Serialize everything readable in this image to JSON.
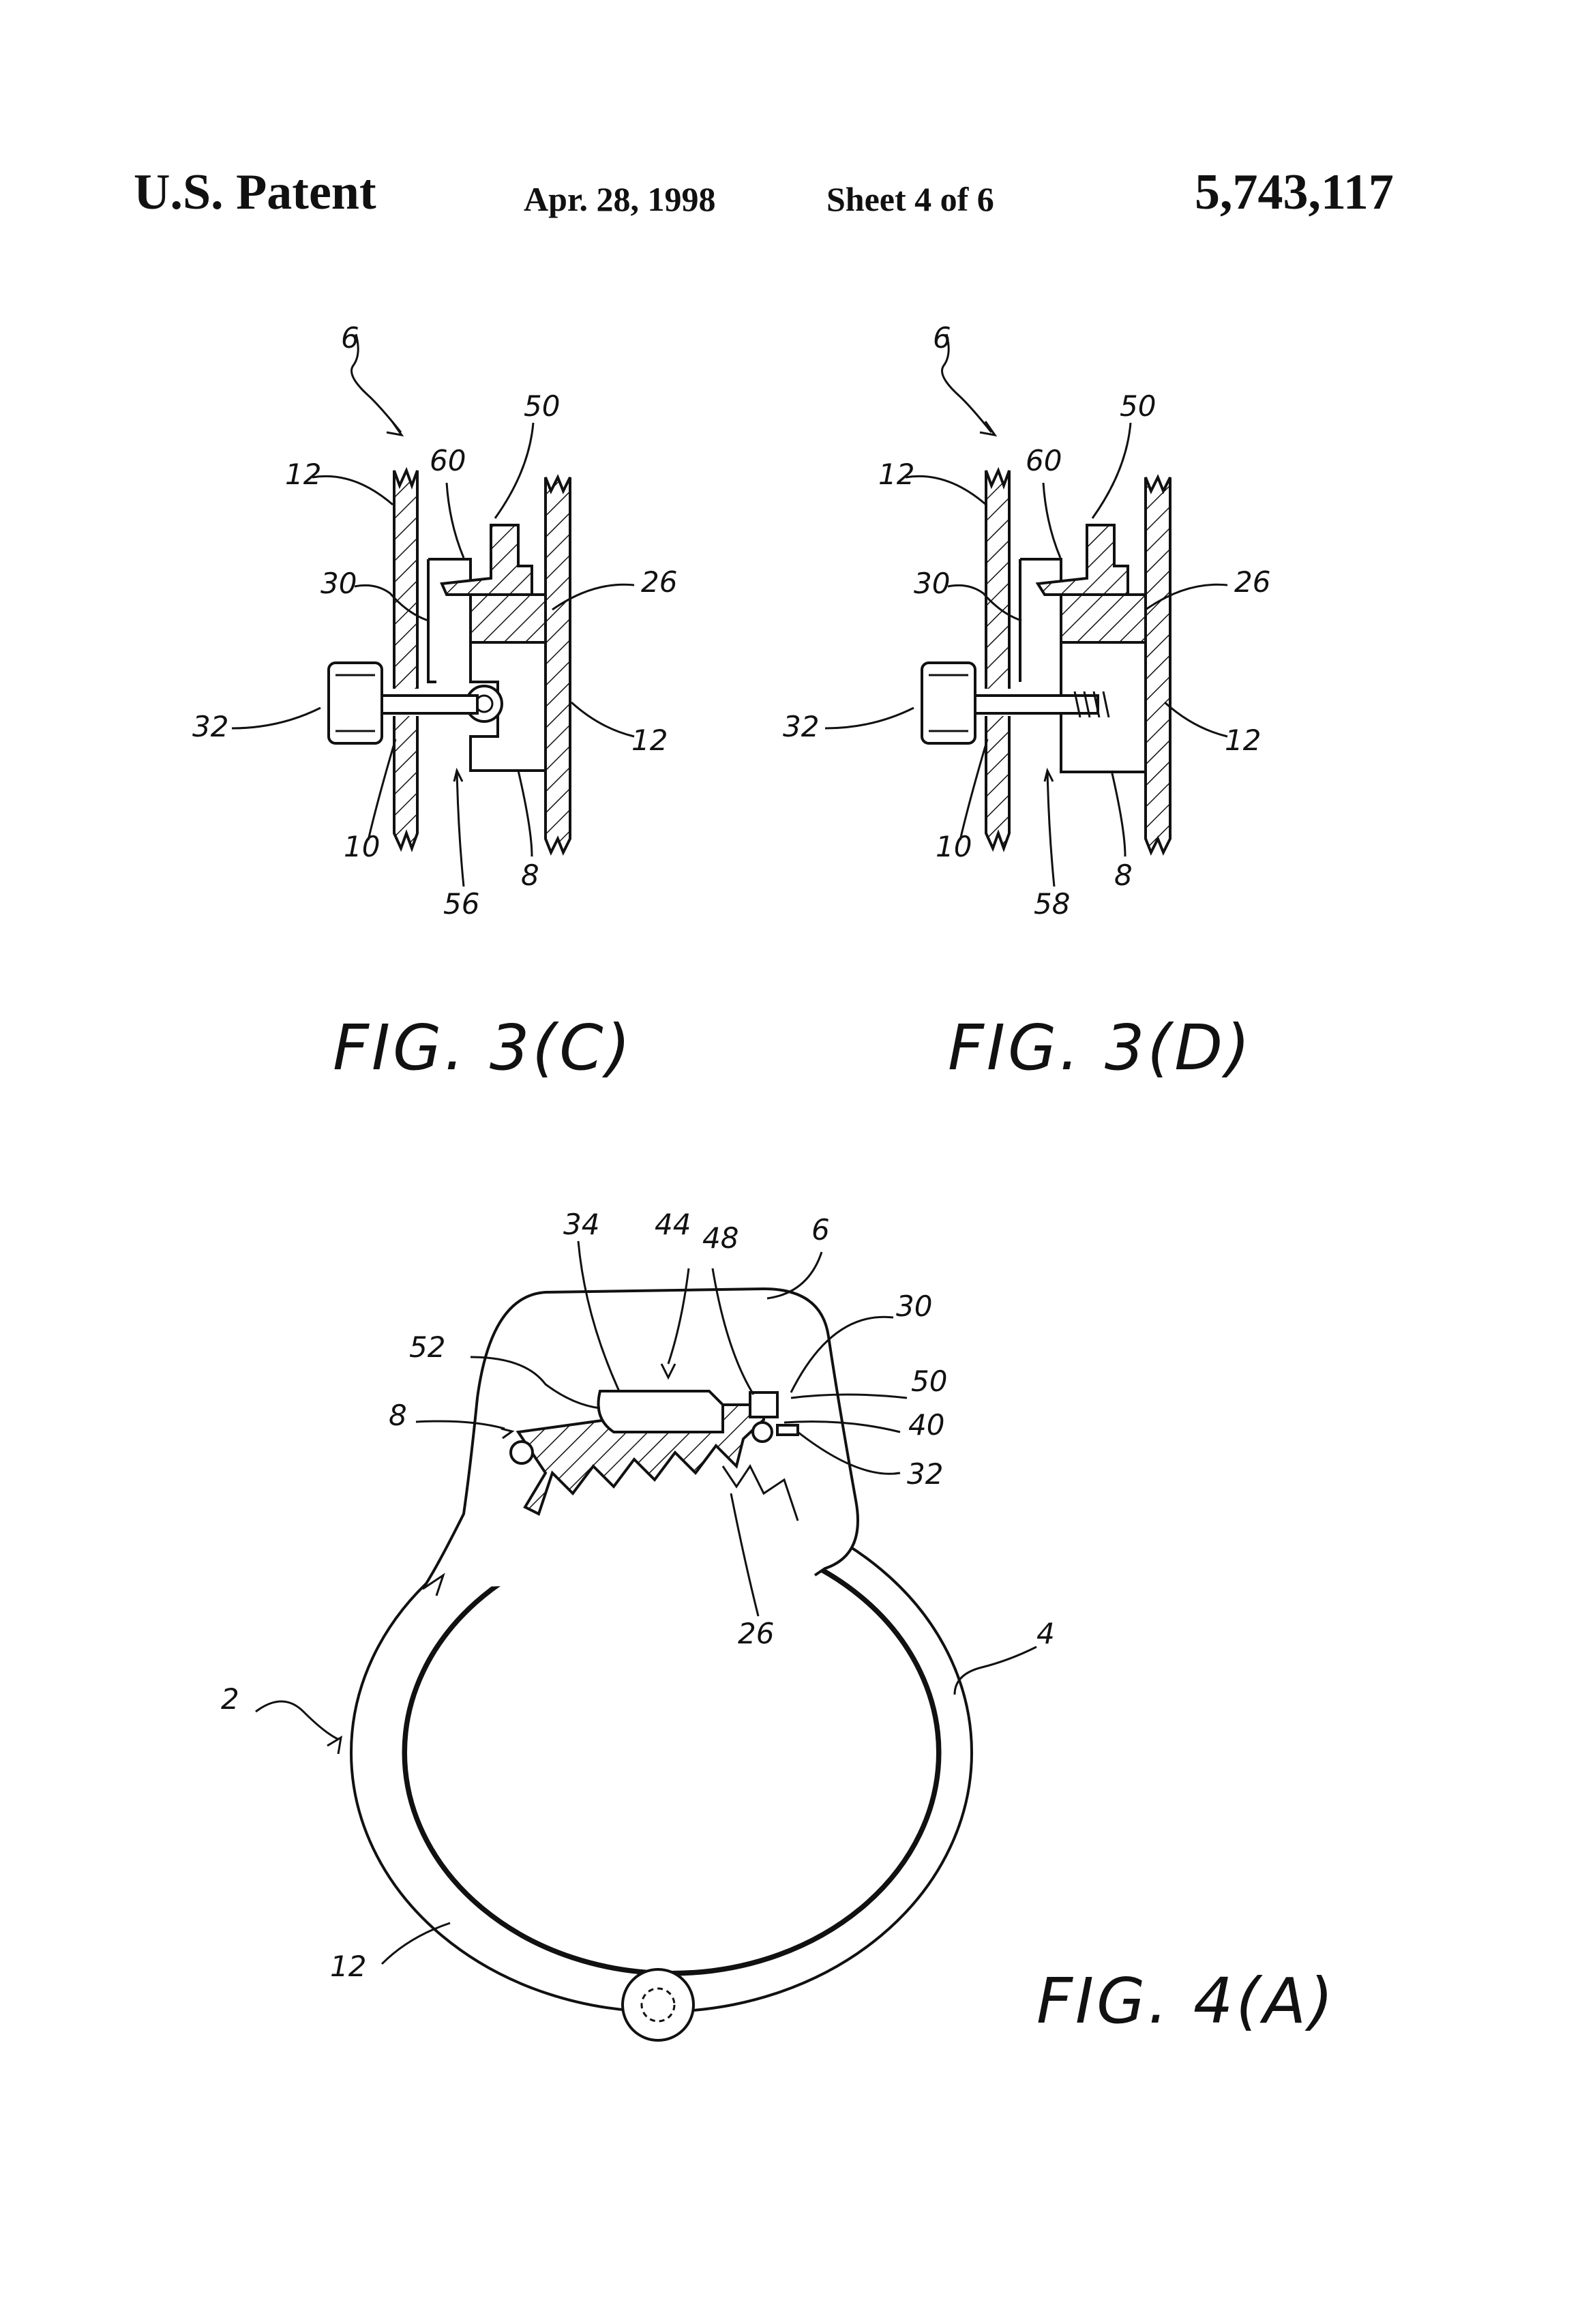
{
  "header": {
    "left": "U.S. Patent",
    "date": "Apr. 28, 1998",
    "sheet": "Sheet 4 of 6",
    "number": "5,743,117"
  },
  "fig3c": {
    "caption": "FIG. 3(C)",
    "refs": {
      "r6": "6",
      "r50": "50",
      "r12a": "12",
      "r60": "60",
      "r30": "30",
      "r26": "26",
      "r32": "32",
      "r12b": "12",
      "r10": "10",
      "r8": "8",
      "r56": "56"
    }
  },
  "fig3d": {
    "caption": "FIG. 3(D)",
    "refs": {
      "r6": "6",
      "r50": "50",
      "r12a": "12",
      "r60": "60",
      "r30": "30",
      "r26": "26",
      "r32": "32",
      "r12b": "12",
      "r10": "10",
      "r8": "8",
      "r58": "58"
    }
  },
  "fig4a": {
    "caption": "FIG. 4(A)",
    "refs": {
      "r34": "34",
      "r44": "44",
      "r48": "48",
      "r6": "6",
      "r30": "30",
      "r52": "52",
      "r50": "50",
      "r8": "8",
      "r40": "40",
      "r32": "32",
      "r26": "26",
      "r4": "4",
      "r2": "2",
      "r12": "12"
    }
  }
}
